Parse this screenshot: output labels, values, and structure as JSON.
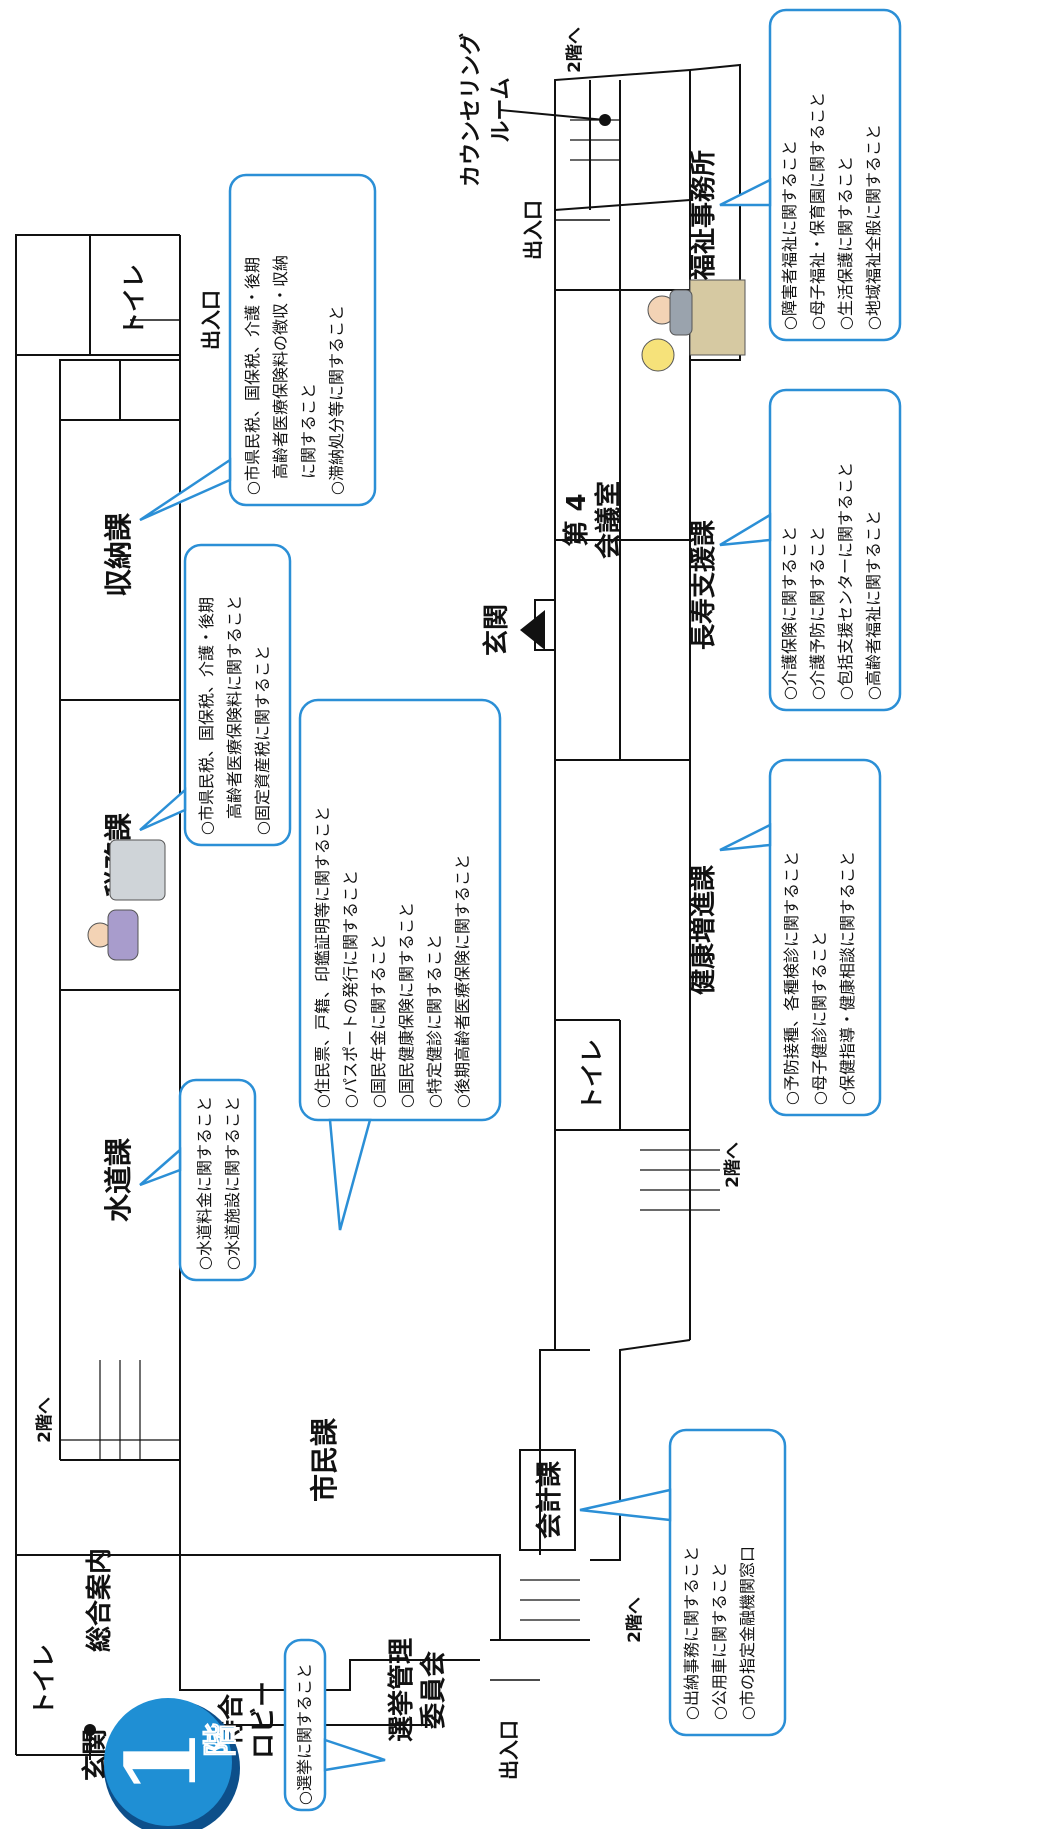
{
  "floor": {
    "number": "1",
    "kanji": "階"
  },
  "rooms": {
    "toilet_a": "トイレ",
    "toilet_b": "トイレ",
    "toilet_c": "トイレ",
    "reception": "総合案内",
    "entrance_main": "玄関",
    "entrance_center": "玄関",
    "waiting_lobby_1": "待合",
    "waiting_lobby_2": "ロビー",
    "election_1": "選挙管理",
    "election_2": "委員会",
    "citizen": "市民課",
    "accounting": "会計課",
    "water": "水道課",
    "tax": "税務課",
    "collection": "収納課",
    "meeting_1": "第 4",
    "meeting_2": "会議室",
    "health": "健康増進課",
    "longevity": "長寿支援課",
    "welfare": "福祉事務所",
    "counseling_1": "カウンセリング",
    "counseling_2": "ルーム"
  },
  "signs": {
    "to_2f_a": "2階へ",
    "to_2f_b": "2階へ",
    "to_2f_c": "2階へ",
    "to_2f_d": "2階へ",
    "exit_a": "出入口",
    "exit_b": "出入口",
    "exit_c": "出入口"
  },
  "bubbles": {
    "election": [
      "○選挙に関すること"
    ],
    "accounting": [
      "○出納事務に関すること",
      "○公用車に関すること",
      "○市の指定金融機関窓口"
    ],
    "water": [
      "○水道料金に関すること",
      "○水道施設に関すること"
    ],
    "citizen": [
      "○住民票、戸籍、印鑑証明等に関すること",
      "○パスポートの発行に関すること",
      "○国民年金に関すること",
      "○国民健康保険に関すること",
      "○特定健診に関すること",
      "○後期高齢者医療保険に関すること"
    ],
    "tax": [
      "○市県民税、国保税、介護・後期",
      "　高齢者医療保険料に関すること",
      "○固定資産税に関すること"
    ],
    "collection": [
      "○市県民税、国保税、介護・後期",
      "　高齢者医療保険料の徴収・収納",
      "　に関すること",
      "○滞納処分等に関すること"
    ],
    "health": [
      "○予防接種、各種検診に関すること",
      "○母子健診に関すること",
      "○保健指導・健康相談に関すること"
    ],
    "longevity": [
      "○介護保険に関すること",
      "○介護予防に関すること",
      "○包括支援センターに関すること",
      "○高齢者福祉に関すること"
    ],
    "welfare": [
      "○障害者福祉に関すること",
      "○母子福祉・保育園に関すること",
      "○生活保護に関すること",
      "○地域福祉全般に関すること"
    ]
  },
  "colors": {
    "bubble_border": "#2b8fd6",
    "badge": "#1f8fd4",
    "badge_dark": "#0d4f8a"
  }
}
